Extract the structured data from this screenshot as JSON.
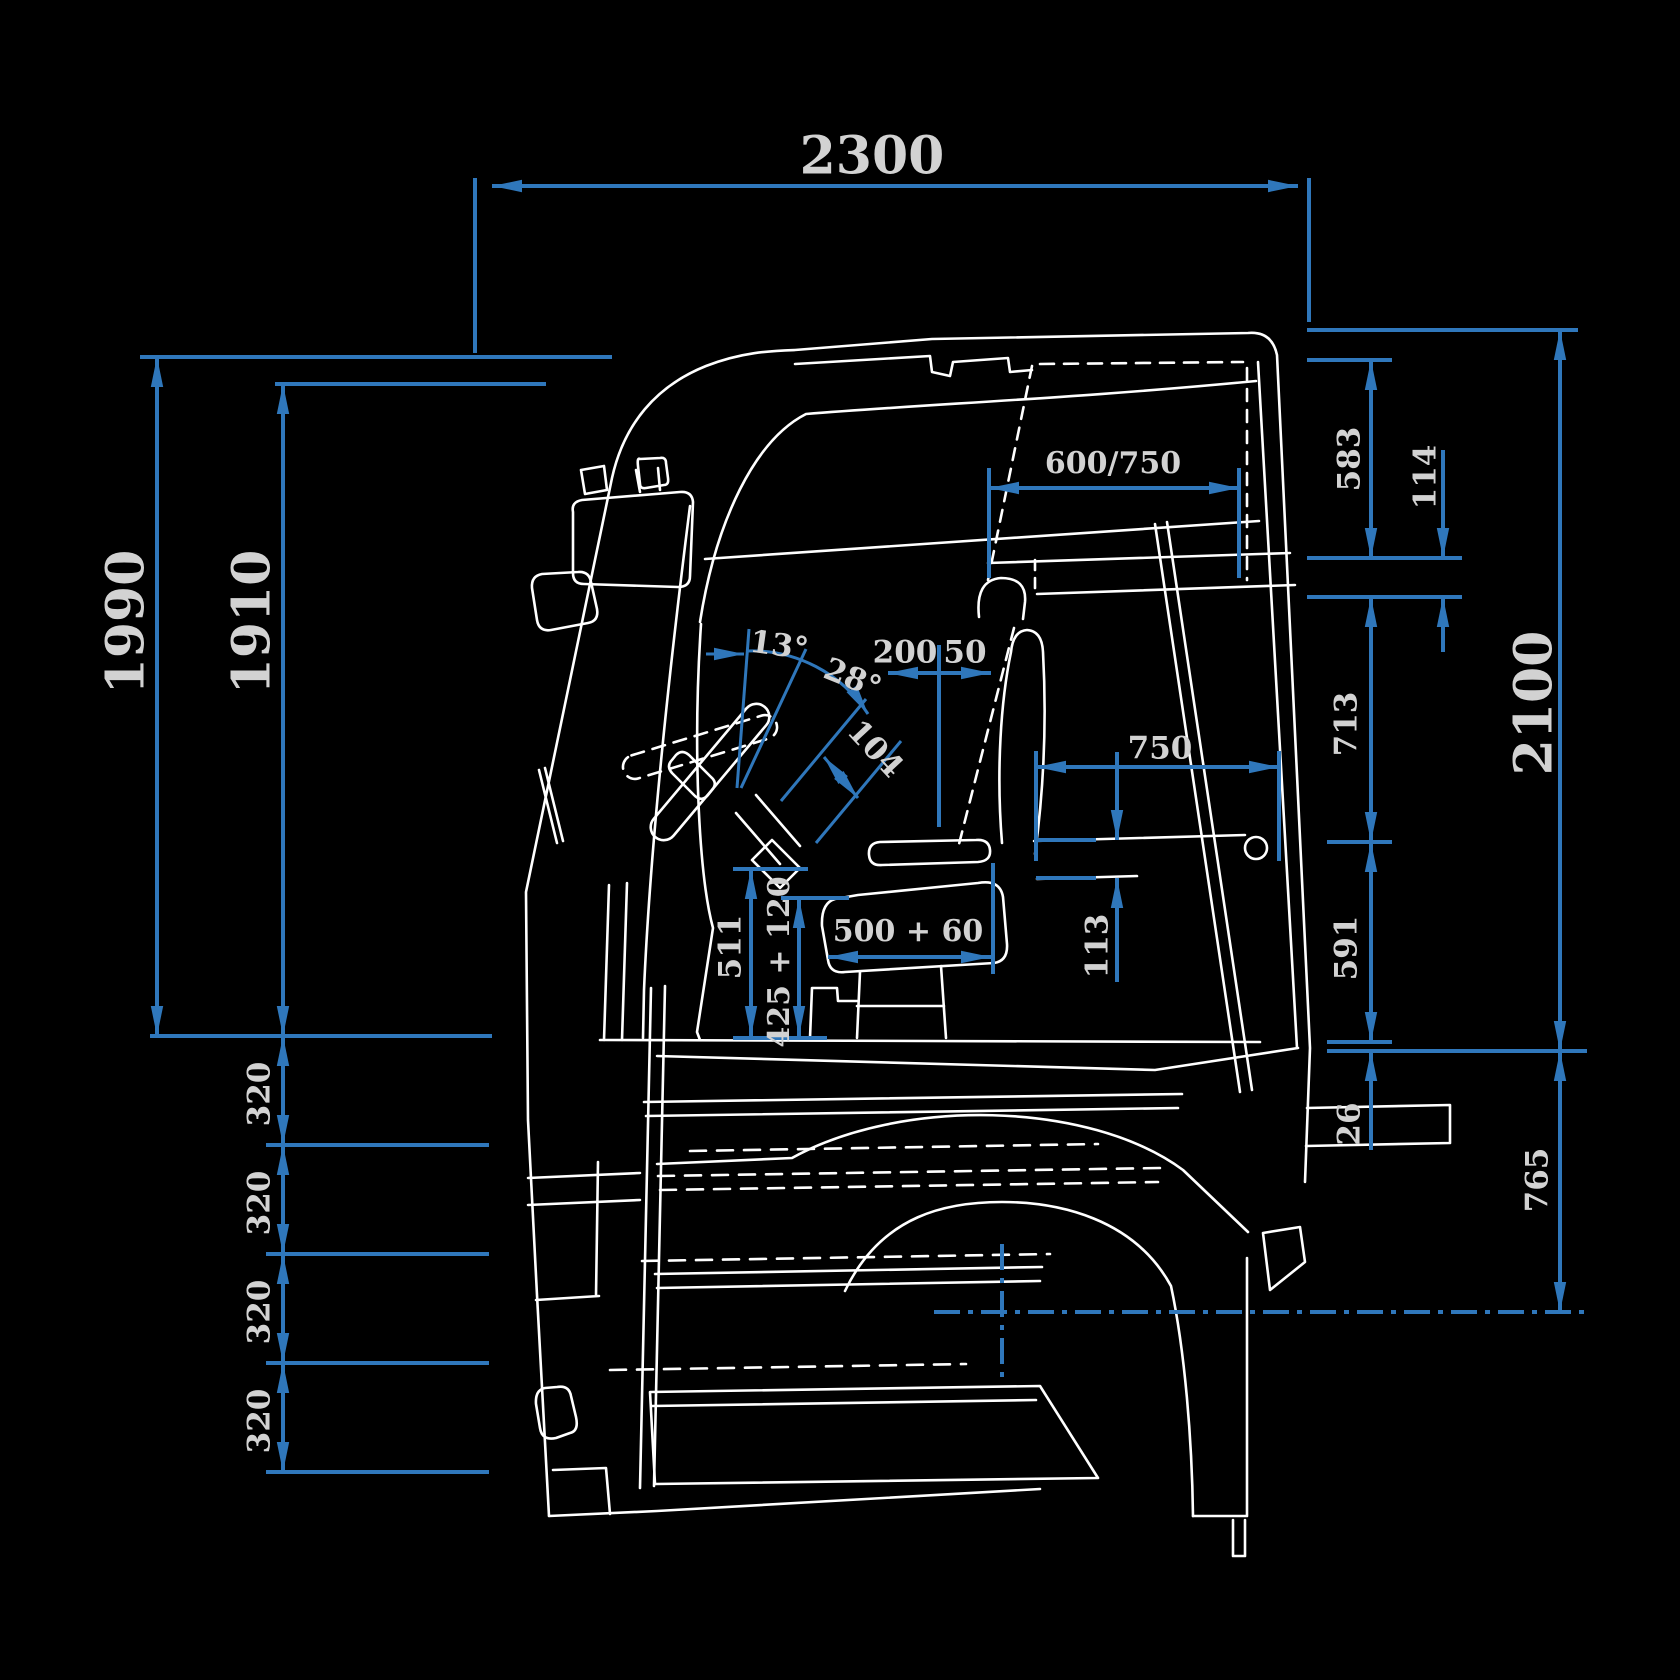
{
  "diagram": {
    "kind": "technical-dimension-drawing",
    "subject": "truck-cab-side-view",
    "units": "mm",
    "colors": {
      "background": "#000000",
      "dimension_lines": "#2f77bb",
      "cab_outline": "#ffffff",
      "labels": "#d2d2d2"
    },
    "dims": {
      "d2300": "2300",
      "d1990": "1990",
      "d1910": "1910",
      "d320_1": "320",
      "d320_2": "320",
      "d320_3": "320",
      "d320_4": "320",
      "d600_750": "600/750",
      "d13deg": "13°",
      "d28deg": "28°",
      "d200": "200",
      "d50": "50",
      "d104": "104",
      "d750": "750",
      "d511": "511",
      "d425_120": "425 + 120",
      "d500_60": "500 + 60",
      "d113": "113",
      "d583": "583",
      "d114": "114",
      "d713": "713",
      "d591": "591",
      "d26": "26",
      "d2100": "2100",
      "d765": "765"
    }
  }
}
